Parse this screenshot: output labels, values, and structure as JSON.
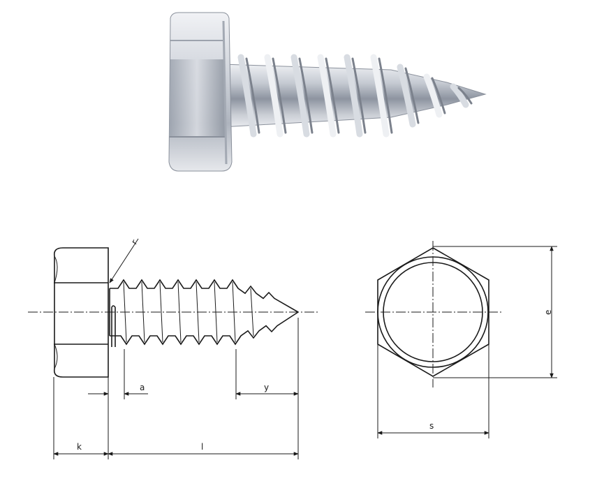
{
  "labels": {
    "r": "r",
    "a": "a",
    "y": "y",
    "k": "k",
    "l": "l",
    "s": "s",
    "e": "e"
  },
  "colors": {
    "steel_light": "#e8eaef",
    "steel_mid": "#b9bec8",
    "steel_dark": "#7d838f",
    "line": "#1a1a1a"
  }
}
